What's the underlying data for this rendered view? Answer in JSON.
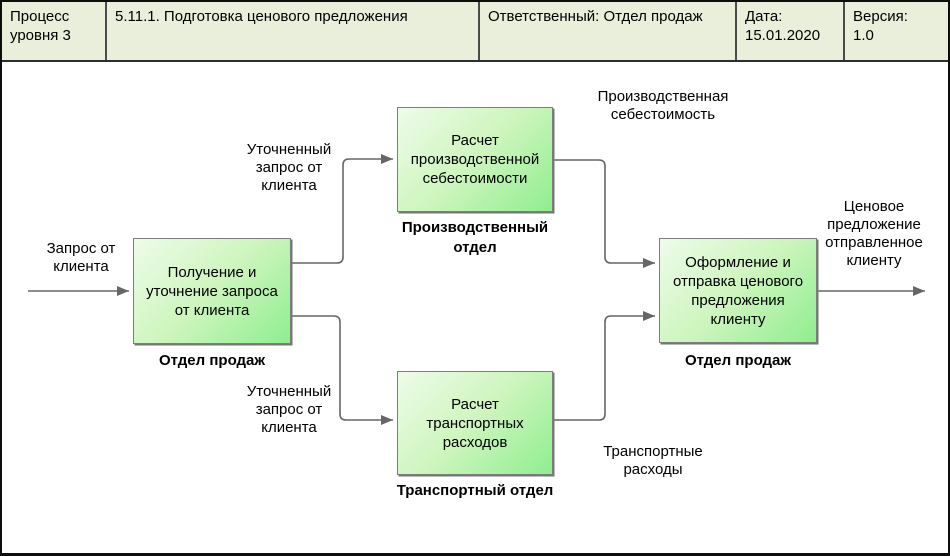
{
  "header": {
    "level_label": "Процесс уровня 3",
    "process_title": "5.11.1.  Подготовка ценового предложения",
    "responsible": "Ответственный: Отдел продаж",
    "date_label": "Дата:",
    "date_value": "15.01.2020",
    "version_label": "Версия:",
    "version_value": "1.0"
  },
  "diagram": {
    "boxes": [
      {
        "text": "Получение и уточнение запроса от клиента",
        "department": "Отдел продаж"
      },
      {
        "text": "Расчет производственной себестоимости",
        "department": "Производственный отдел"
      },
      {
        "text": "Расчет транспортных расходов",
        "department": "Транспортный отдел"
      },
      {
        "text": "Оформление  и отправка ценового предложения клиенту",
        "department": "Отдел продаж"
      }
    ],
    "flow_labels": [
      {
        "text": "Запрос от клиента"
      },
      {
        "text": "Уточненный запрос от клиента"
      },
      {
        "text": "Уточненный запрос от клиента"
      },
      {
        "text": "Производственная себестоимость"
      },
      {
        "text": "Транспортные расходы"
      },
      {
        "text": "Ценовое предложение отправленное клиенту"
      }
    ],
    "colors": {
      "header_bg": "#e9efdb",
      "box_fill_light": "#eefce9",
      "box_fill_dark": "#8fee8f",
      "box_border": "#7d7d7d",
      "arrow": "#666666"
    }
  }
}
